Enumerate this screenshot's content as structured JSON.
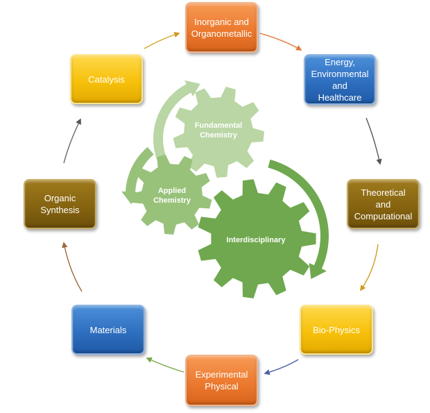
{
  "boxes": {
    "inorganic": "Inorganic and\nOrganometallic",
    "energy": "Energy,\nEnvironmental\nand Healthcare",
    "theoretical": "Theoretical\nand\nComputational",
    "biophysics": "Bio-Physics",
    "experimental": "Experimental\nPhysical",
    "materials": "Materials",
    "organic": "Organic\nSynthesis",
    "catalysis": "Catalysis"
  },
  "gears": {
    "fundamental": "Fundamental\nChemistry",
    "applied": "Applied\nChemistry",
    "interdisciplinary": "Interdisciplinary"
  },
  "colors": {
    "orange": "#ec7a2f",
    "blue": "#2f6fc0",
    "yellow": "#f7c10b",
    "brown": "#866410",
    "gear_light": "#b9d6a4",
    "gear_mid": "#98c27a",
    "gear_dark": "#6fa84e"
  }
}
